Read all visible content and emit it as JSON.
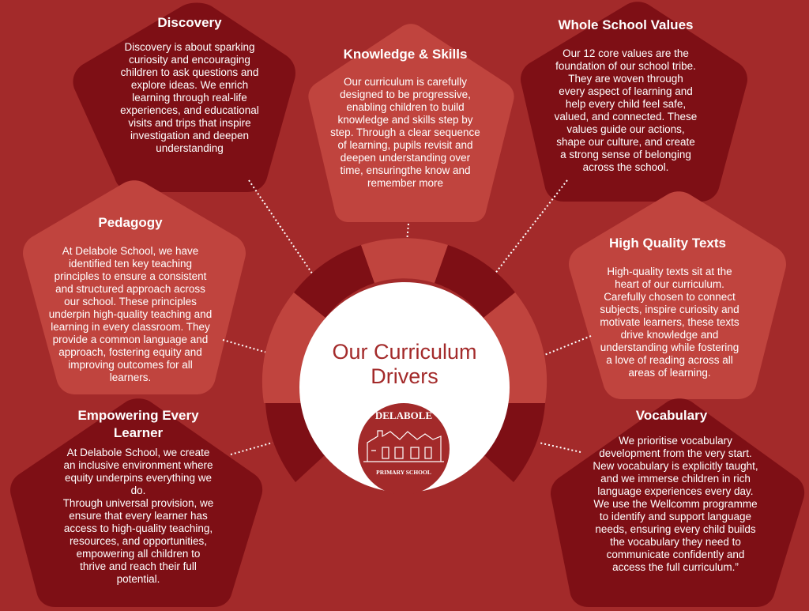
{
  "colors": {
    "background": "#a32a2a",
    "dark_panel": "#7e0f15",
    "light_panel": "#c0443e",
    "center_circle": "#ffffff",
    "center_text": "#a32a2a"
  },
  "center": {
    "title": "Our Curriculum\nDrivers",
    "logo": {
      "name": "DELABOLE",
      "subtitle": "PRIMARY SCHOOL"
    }
  },
  "drivers": {
    "discovery": {
      "title": "Discovery",
      "body": "Discovery is about sparking\ncuriosity and encouraging\nchildren to ask questions and\nexplore ideas. We enrich\nlearning through real-life\nexperiences, and educational\nvisits and trips that inspire\ninvestigation and deepen\nunderstanding"
    },
    "knowledge": {
      "title": "Knowledge & Skills",
      "body": "Our curriculum is carefully\ndesigned to be progressive,\nenabling children to build\nknowledge and skills step by\nstep. Through a clear sequence\nof learning, pupils revisit and\ndeepen understanding over\ntime, ensuringthe know and\nremember more"
    },
    "values": {
      "title": "Whole School Values",
      "body": "Our 12 core values are the\nfoundation of our school tribe.\nThey are woven through\nevery aspect of learning and\nhelp every child feel safe,\nvalued, and connected. These\nvalues guide our actions,\nshape our culture, and create\na strong sense of belonging\nacross the school."
    },
    "pedagogy": {
      "title": "Pedagogy",
      "body": "At Delabole School, we have\nidentified ten key teaching\nprinciples to ensure a consistent\nand structured approach across\nour school. These principles\nunderpin high-quality teaching and\nlearning in every classroom. They\nprovide a common language and\napproach, fostering equity and\nimproving outcomes for all\nlearners."
    },
    "texts": {
      "title": "High Quality Texts",
      "body": "High-quality texts sit at the\nheart of our curriculum.\nCarefully chosen to connect\nsubjects, inspire curiosity and\nmotivate learners, these texts\ndrive knowledge and\nunderstanding while fostering\na love of reading across all\nareas of learning."
    },
    "empowering": {
      "title": "Empowering Every\nLearner",
      "body": "At Delabole School, we create\nan inclusive environment where\nequity underpins everything we\ndo.\nThrough universal provision, we\nensure that every learner has\naccess to high-quality teaching,\nresources, and opportunities,\nempowering all children to\nthrive and reach their full\npotential."
    },
    "vocabulary": {
      "title": "Vocabulary",
      "body": "We prioritise vocabulary\ndevelopment from the very start.\nNew vocabulary is explicitly taught,\nand we immerse children in rich\nlanguage experiences every day.\nWe use the Wellcomm programme\nto identify and support language\nneeds, ensuring every child builds\nthe vocabulary they need to\ncommunicate confidently and\naccess the full curriculum.”"
    }
  }
}
